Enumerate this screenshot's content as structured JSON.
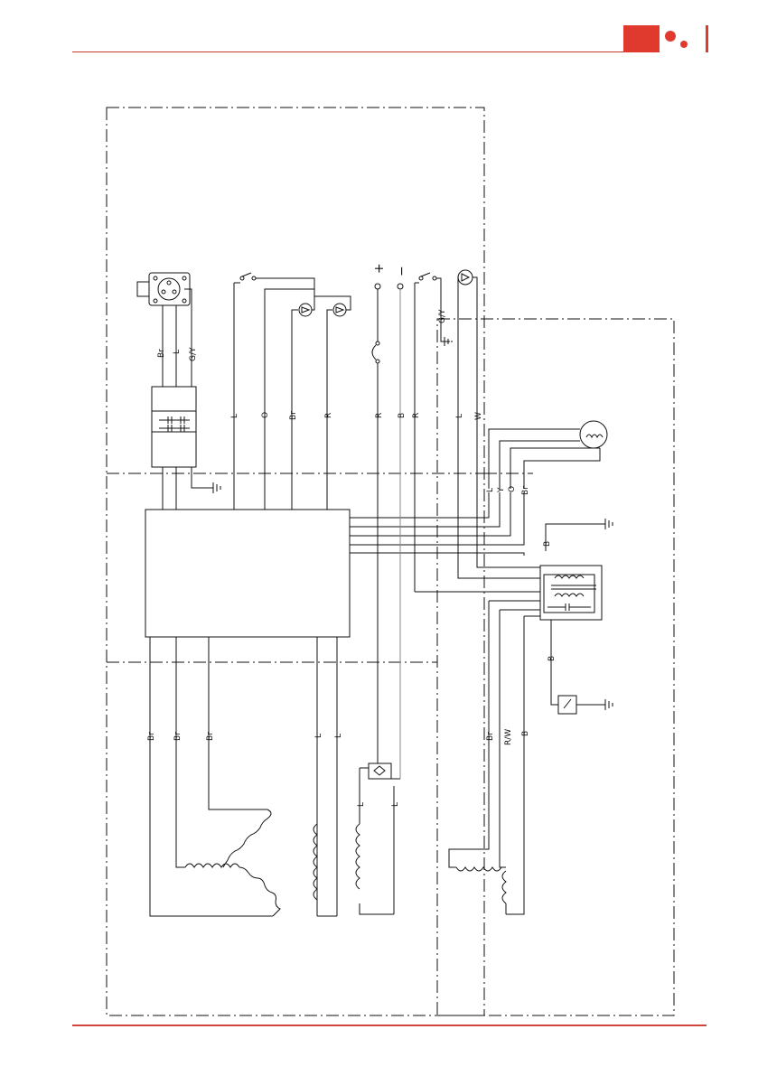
{
  "brand": {
    "accent": "#e03a2f",
    "rule_color": "#c0392b"
  },
  "diagram": {
    "type": "generator wiring schematic",
    "upper_labels": [
      "L",
      "O",
      "Br",
      "R",
      "R",
      "B",
      "R",
      "L",
      "W"
    ],
    "socket_labels": [
      "Br",
      "L",
      "G/Y"
    ],
    "switch_label": "G/Y",
    "battery_plus": "+",
    "battery_minus": "−",
    "motor_labels": [
      "L",
      "Y",
      "O",
      "Br"
    ],
    "avr_labels": [
      "B",
      "B"
    ],
    "lower_labels": [
      "Br",
      "Br",
      "Br",
      "L",
      "L"
    ],
    "rectifier_labels": [
      "L",
      "L"
    ],
    "exciter_labels": [
      "Br",
      "R/W",
      "B"
    ]
  }
}
